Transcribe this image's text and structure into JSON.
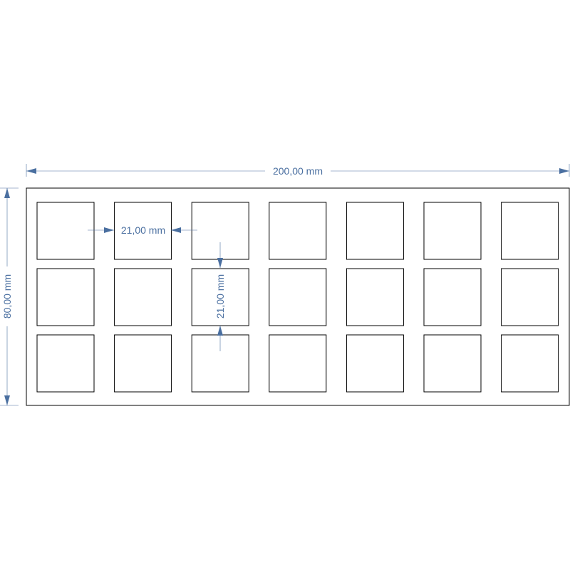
{
  "colors": {
    "background": "#ffffff",
    "outline": "#000000",
    "dimension": "#4a6fa0"
  },
  "drawing": {
    "rows": 3,
    "columns": 7,
    "dimensions": {
      "overall_width": "200,00 mm",
      "overall_height": "80,00 mm",
      "square_horizontal": "21,00 mm",
      "square_vertical": "21,00 mm"
    }
  }
}
